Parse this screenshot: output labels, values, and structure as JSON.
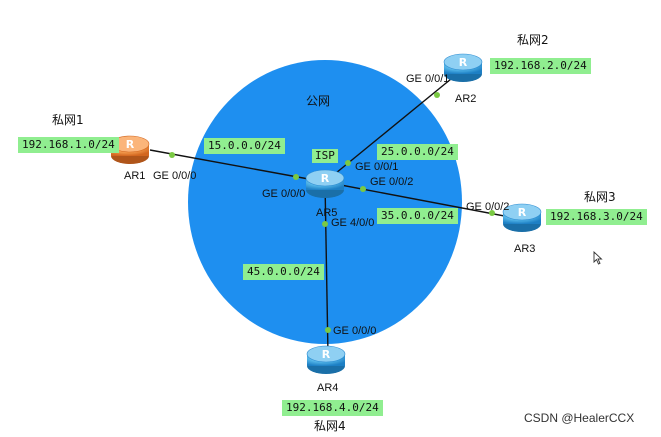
{
  "colors": {
    "public_circle": "#1e8ff0",
    "label_bg": "#90ee90",
    "link": "#111111",
    "port_dot": "#7ac943",
    "router_blue": "#3aa0e0",
    "router_orange": "#f08a3c"
  },
  "public_label": "公网",
  "isp_label": "ISP",
  "routers": {
    "ar1": {
      "name": "AR1",
      "port": "GE 0/0/0"
    },
    "ar2": {
      "name": "AR2",
      "port": "GE 0/0/1"
    },
    "ar3": {
      "name": "AR3",
      "port": "GE 0/0/2"
    },
    "ar4": {
      "name": "AR4",
      "port": "GE 0/0/0"
    },
    "ar5": {
      "name": "AR5"
    }
  },
  "ar5_ports": {
    "to_ar1": "GE 0/0/0",
    "to_ar2": "GE 0/0/1",
    "to_ar3": "GE 0/0/2",
    "to_ar4": "GE 4/0/0"
  },
  "link_subnets": {
    "ar1": "15.0.0.0/24",
    "ar2": "25.0.0.0/24",
    "ar3": "35.0.0.0/24",
    "ar4": "45.0.0.0/24"
  },
  "private_networks": {
    "p1": {
      "title": "私网1",
      "subnet": "192.168.1.0/24"
    },
    "p2": {
      "title": "私网2",
      "subnet": "192.168.2.0/24"
    },
    "p3": {
      "title": "私网3",
      "subnet": "192.168.3.0/24"
    },
    "p4": {
      "title": "私网4",
      "subnet": "192.168.4.0/24"
    }
  },
  "watermark": "CSDN @HealerCCX"
}
